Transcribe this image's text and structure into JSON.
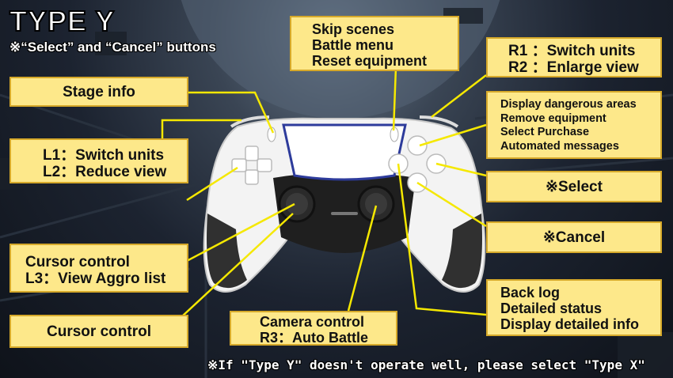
{
  "title": "TYPE Y",
  "subtitle": "※“Select” and “Cancel” buttons",
  "labels": {
    "stage_info": "Stage info",
    "l1": "L1：Switch units",
    "l2": "L2：Reduce view",
    "cursor_control_1": "Cursor control",
    "l3": "L3：View Aggro list",
    "cursor_control_2": "Cursor control",
    "skip_scenes": "Skip scenes",
    "battle_menu": "Battle menu",
    "reset_equipment": "Reset equipment",
    "r1": "R1 ：Switch units",
    "r2": "R2 ：Enlarge view",
    "display_dangerous": "Display dangerous areas",
    "remove_equipment": "Remove equipment",
    "select_purchase": "Select Purchase",
    "automated_messages": "Automated messages",
    "select": "※Select",
    "cancel": "※Cancel",
    "back_log": "Back log",
    "detailed_status": "Detailed status",
    "display_detailed_info": "Display detailed info",
    "camera_control": "Camera control",
    "r3": "R3：Auto Battle"
  },
  "footer": "※If \"Type Y\" doesn't operate well, please select \"Type X\"",
  "colors": {
    "label_bg": "#fde88a",
    "label_border": "#d6a92a",
    "leader_line": "#f5e800"
  }
}
